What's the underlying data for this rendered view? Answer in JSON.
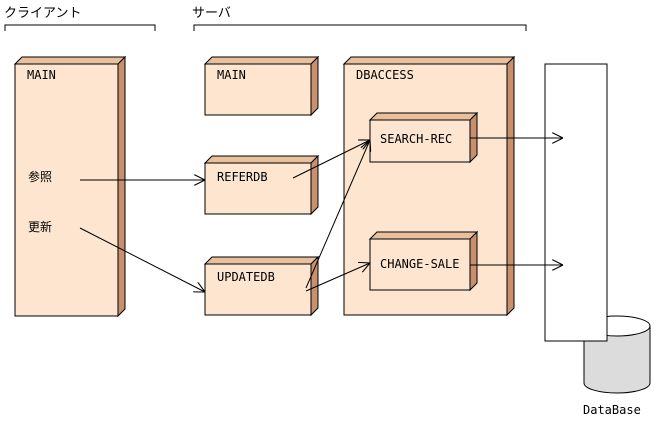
{
  "headers": {
    "client": "クライアント",
    "server": "サーバ"
  },
  "nodes": {
    "client_main": "MAIN",
    "server_main": "MAIN",
    "referdb": "REFERDB",
    "updatedb": "UPDATEDB",
    "dbaccess": "DBACCESS",
    "search_rec": "SEARCH-REC",
    "change_sale": "CHANGE-SALE",
    "database": "DataBase"
  },
  "operations": {
    "refer": "参照",
    "update": "更新"
  },
  "colors": {
    "box_face": "#fde5cf",
    "box_side": "#c8906c",
    "box_top": "#e9c09d"
  }
}
